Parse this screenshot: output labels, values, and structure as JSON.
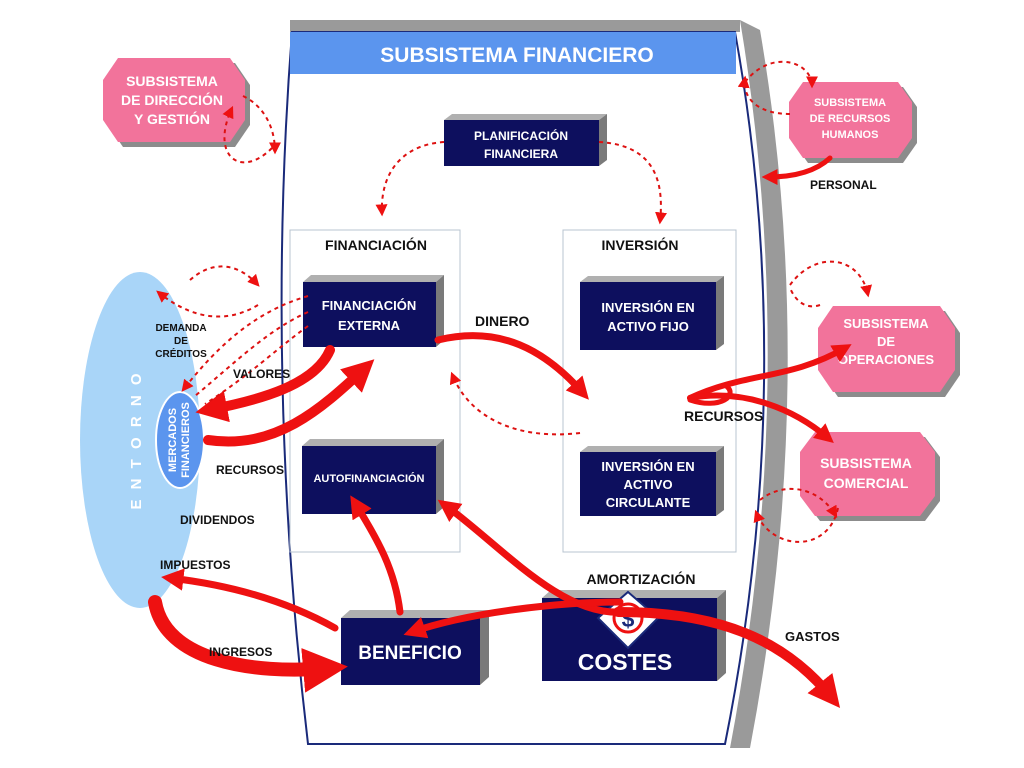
{
  "title": "SUBSISTEMA FINANCIERO",
  "colors": {
    "navy": "#0d0f5e",
    "red": "#ee1111",
    "pink": "#f2739b",
    "light_blue": "#a9d5f8",
    "title_bar": "#5b95ee"
  },
  "external": {
    "direccion": [
      "SUBSISTEMA",
      "DE DIRECCIÓN",
      "Y GESTIÓN"
    ],
    "rrhh": [
      "SUBSISTEMA",
      "DE RECURSOS",
      "HUMANOS"
    ],
    "operaciones": [
      "SUBSISTEMA",
      "DE",
      "OPERACIONES"
    ],
    "comercial": [
      "SUBSISTEMA",
      "COMERCIAL"
    ]
  },
  "entorno": {
    "label": "E N T O R N O",
    "mercados": [
      "MERCADOS",
      "FINANCIEROS"
    ]
  },
  "groups": {
    "financiacion": "FINANCIACIÓN",
    "inversion": "INVERSIÓN"
  },
  "boxes": {
    "planificacion": [
      "PLANIFICACIÓN",
      "FINANCIERA"
    ],
    "fin_externa": [
      "FINANCIACIÓN",
      "EXTERNA"
    ],
    "autofinanciacion": [
      "AUTOFINANCIACIÓN"
    ],
    "activo_fijo": [
      "INVERSIÓN EN",
      "ACTIVO FIJO"
    ],
    "activo_circulante": [
      "INVERSIÓN EN",
      "ACTIVO",
      "CIRCULANTE"
    ],
    "beneficio": "BENEFICIO",
    "costes": "COSTES"
  },
  "labels": {
    "demanda": [
      "DEMANDA",
      "DE",
      "CRÉDITOS"
    ],
    "valores": "VALORES",
    "recursos_left": "RECURSOS",
    "dividendos": "DIVIDENDOS",
    "impuestos": "IMPUESTOS",
    "ingresos": "INGRESOS",
    "dinero": "DINERO",
    "recursos_right": "RECURSOS",
    "personal": "PERSONAL",
    "amortizacion": "AMORTIZACIÓN",
    "gastos": "GASTOS",
    "dollar": "$"
  }
}
